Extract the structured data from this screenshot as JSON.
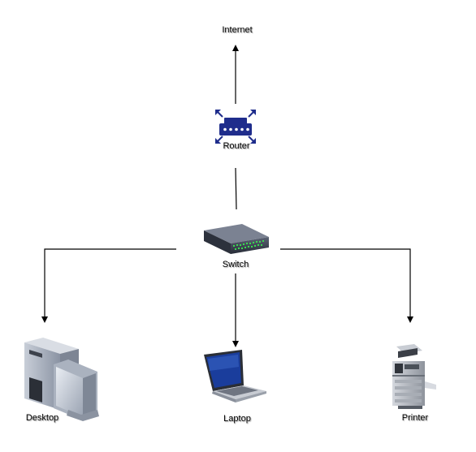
{
  "nodes": {
    "internet": {
      "label": "Internet"
    },
    "router": {
      "label": "Router"
    },
    "switch": {
      "label": "Switch"
    },
    "desktop": {
      "label": "Desktop"
    },
    "laptop": {
      "label": "Laptop"
    },
    "printer": {
      "label": "Printer"
    }
  },
  "colors": {
    "router": "#1f2d8c",
    "edge": "#000000",
    "switch_body": "#3a4150",
    "switch_led": "#39d94f",
    "laptop_screen": "#1a3d9c"
  }
}
